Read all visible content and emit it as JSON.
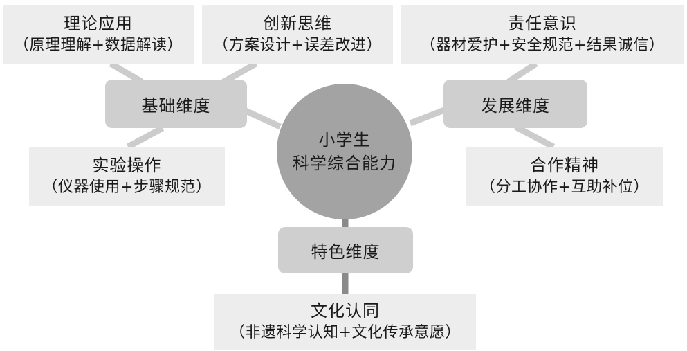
{
  "center": {
    "line1": "小学生",
    "line2": "科学综合能力"
  },
  "dimensions": {
    "basic": "基础维度",
    "development": "发展维度",
    "feature": "特色维度"
  },
  "leaves": {
    "theory": {
      "title": "理论应用",
      "detail": "（原理理解+数据解读）"
    },
    "innovation": {
      "title": "创新思维",
      "detail": "（方案设计+误差改进）"
    },
    "responsibility": {
      "title": "责任意识",
      "detail": "（器材爱护+安全规范+结果诚信）"
    },
    "experiment": {
      "title": "实验操作",
      "detail": "（仪器使用+步骤规范）"
    },
    "cooperation": {
      "title": "合作精神",
      "detail": "（分工协作+互助补位）"
    },
    "culture": {
      "title": "文化认同",
      "detail": "（非遗科学认知+文化传承意愿）"
    }
  },
  "colors": {
    "center_fill": "#a3a3a3",
    "dimension_fill": "#cfcfcf",
    "leaf_fill": "#ededed",
    "connector": "#cccccc",
    "stem": "#8a8a8a"
  }
}
